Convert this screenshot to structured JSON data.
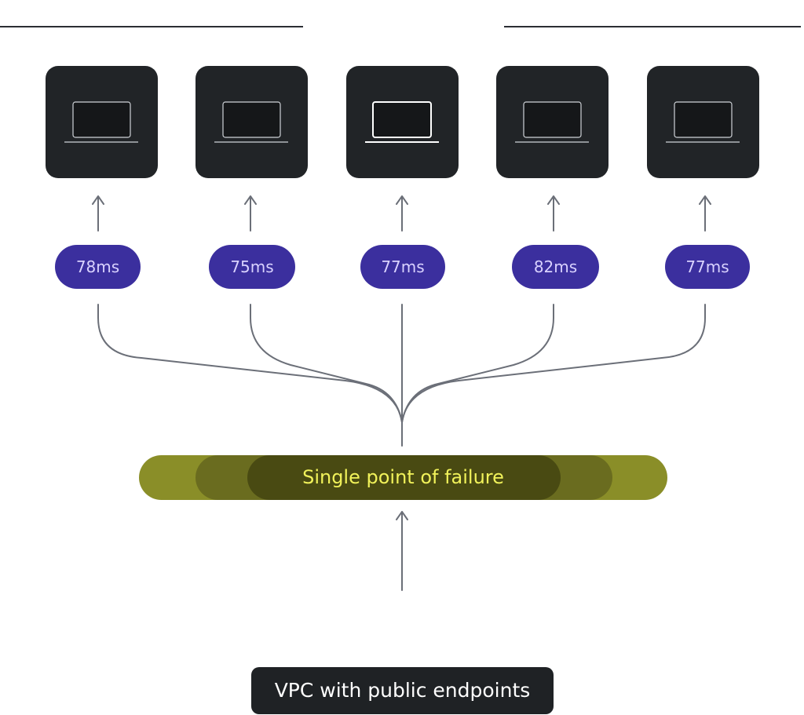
{
  "devices": [
    {
      "icon": "laptop-icon",
      "latency": "78ms"
    },
    {
      "icon": "laptop-icon",
      "latency": "75ms"
    },
    {
      "icon": "laptop-icon",
      "latency": "77ms"
    },
    {
      "icon": "laptop-icon",
      "latency": "82ms"
    },
    {
      "icon": "laptop-icon",
      "latency": "77ms"
    }
  ],
  "spof": {
    "label": "Single point of failure"
  },
  "vpc": {
    "label": "VPC with public endpoints"
  },
  "colors": {
    "device_bg": "#212427",
    "pill_bg": "#3b2f9e",
    "pill_text": "#d9d2ff",
    "spof_outer": "#8a8e28",
    "spof_mid": "#6a6c1f",
    "spof_inner": "#494a12",
    "spof_text": "#f1f25a",
    "connector": "#6b6f78"
  }
}
